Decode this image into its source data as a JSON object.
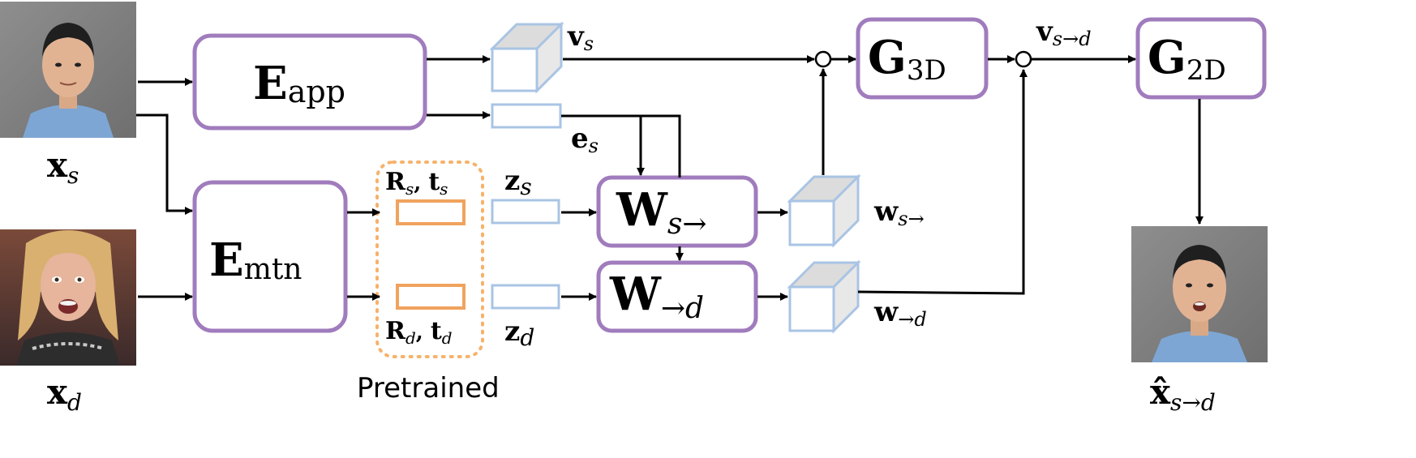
{
  "colors": {
    "module_border": "#a07cbd",
    "feature_border": "#a9c4e4",
    "feature_face": "#ffffff",
    "feature_top": "#dcdcdc",
    "feature_side": "#e8e8e8",
    "pretrained_border": "#f6b26b",
    "pretrained_box": "#f0a35e",
    "arrow": "#000000"
  },
  "modules": {
    "e_app": {
      "main": "E",
      "sub": "app"
    },
    "e_mtn": {
      "main": "E",
      "sub": "mtn"
    },
    "w_s": {
      "main": "W",
      "sub": "s→"
    },
    "w_d": {
      "main": "W",
      "sub": "→d"
    },
    "g_3d": {
      "main": "G",
      "sub": "3D"
    },
    "g_2d": {
      "main": "G",
      "sub": "2D"
    }
  },
  "labels": {
    "x_s": {
      "main": "x",
      "sub": "s"
    },
    "x_d": {
      "main": "x",
      "sub": "d"
    },
    "x_hat": {
      "main": "x̂",
      "sub": "s→d"
    },
    "v_s": {
      "main": "v",
      "sub": "s"
    },
    "e_s": {
      "main": "e",
      "sub": "s"
    },
    "z_s": {
      "main": "z",
      "sub": "s"
    },
    "z_d": {
      "main": "z",
      "sub": "d"
    },
    "r_s": {
      "main": "R",
      "sub": "s",
      "sep": ", ",
      "main2": "t",
      "sub2": "s"
    },
    "r_d": {
      "main": "R",
      "sub": "d",
      "sep": ", ",
      "main2": "t",
      "sub2": "d"
    },
    "w_s_out": {
      "main": "w",
      "sub": "s→"
    },
    "w_d_out": {
      "main": "w",
      "sub": "→d"
    },
    "v_sd": {
      "main": "v",
      "sub": "s→d"
    },
    "pretrained": "Pretrained"
  },
  "images": {
    "source_photo": "source-face-photo",
    "driver_photo": "driver-face-photo",
    "output_photo": "output-face-photo"
  }
}
